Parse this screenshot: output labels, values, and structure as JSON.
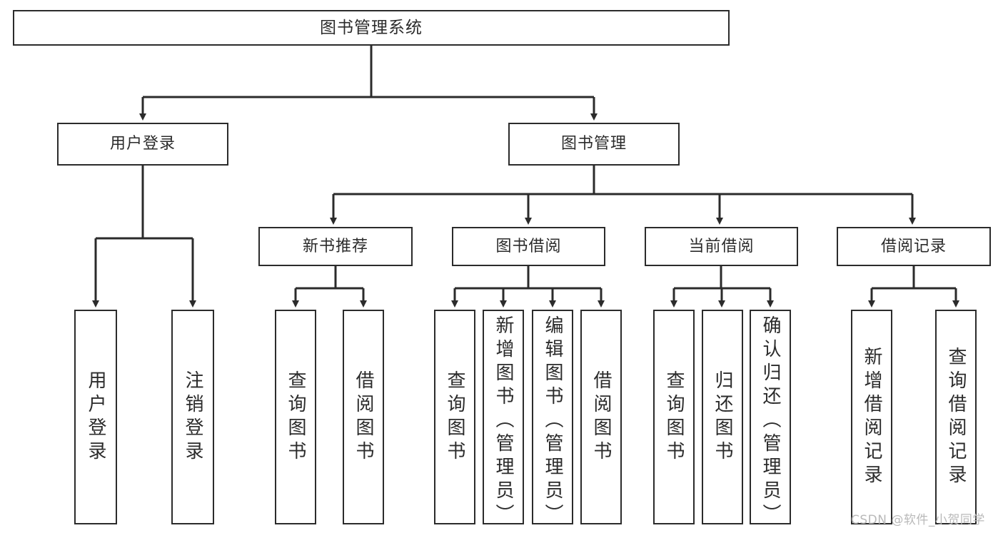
{
  "diagram": {
    "title": "图书管理系统",
    "root": {
      "label": "图书管理系统"
    },
    "level2": [
      {
        "label": "用户登录"
      },
      {
        "label": "图书管理"
      }
    ],
    "level3": [
      {
        "label": "新书推荐"
      },
      {
        "label": "图书借阅"
      },
      {
        "label": "当前借阅"
      },
      {
        "label": "借阅记录"
      }
    ],
    "leaves": {
      "user_login": [
        {
          "label": "用户登录"
        },
        {
          "label": "注销登录"
        }
      ],
      "new_book_recommend": [
        {
          "label": "查询图书"
        },
        {
          "label": "借阅图书"
        }
      ],
      "book_borrow": [
        {
          "label": "查询图书"
        },
        {
          "label": "新增图书（管理员）"
        },
        {
          "label": "编辑图书（管理员）"
        },
        {
          "label": "借阅图书"
        }
      ],
      "current_borrow": [
        {
          "label": "查询图书"
        },
        {
          "label": "归还图书"
        },
        {
          "label": "确认归还（管理员）"
        }
      ],
      "borrow_record": [
        {
          "label": "新增借阅记录"
        },
        {
          "label": "查询借阅记录"
        }
      ]
    }
  },
  "watermark": {
    "text": "CSDN @软件_小贺同学"
  },
  "colors": {
    "stroke": "#2b2b2b",
    "background": "#ffffff",
    "text": "#2b2b2b",
    "watermark": "#b9b9b9"
  }
}
